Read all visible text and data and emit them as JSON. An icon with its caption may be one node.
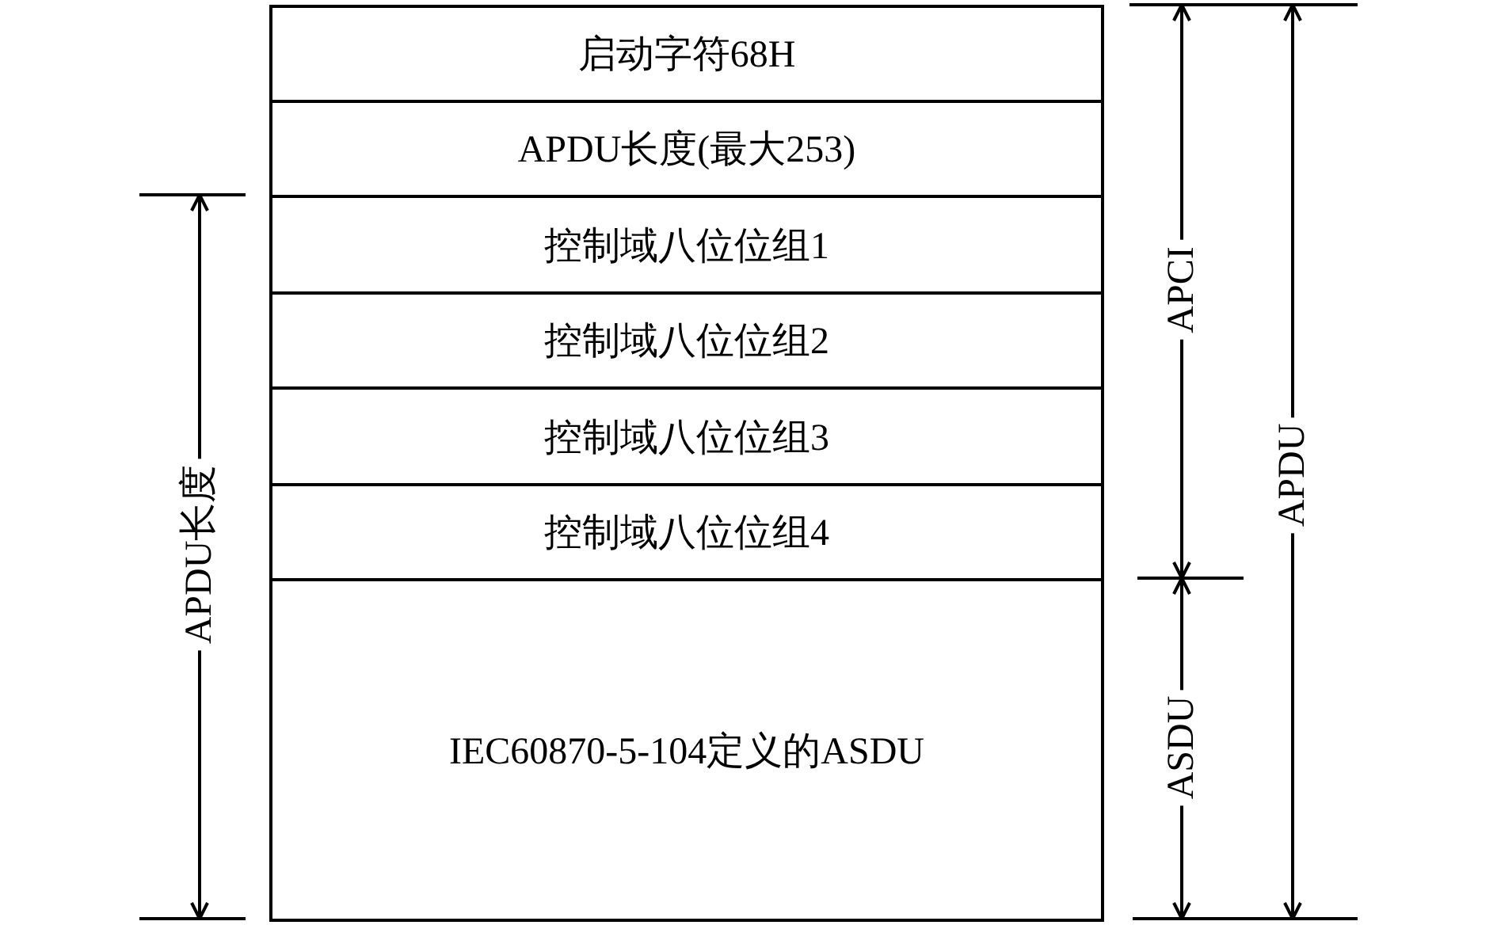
{
  "diagram": {
    "nodes": [
      {
        "text": [
          "启动字符68H"
        ]
      },
      {
        "text": [
          "APDU长度(最大253)"
        ]
      },
      {
        "text": [
          "控制域八位位组1"
        ]
      },
      {
        "text": [
          "控制域八位位组2"
        ]
      },
      {
        "text": [
          "控制域八位位组3"
        ]
      },
      {
        "text": [
          "控制域八位位组4"
        ]
      },
      {
        "text": [
          "IEC60870-5-104定义的ASDU"
        ]
      }
    ],
    "labels": [
      "APDU长度",
      "APCI",
      "APDU",
      "ASDU"
    ]
  }
}
